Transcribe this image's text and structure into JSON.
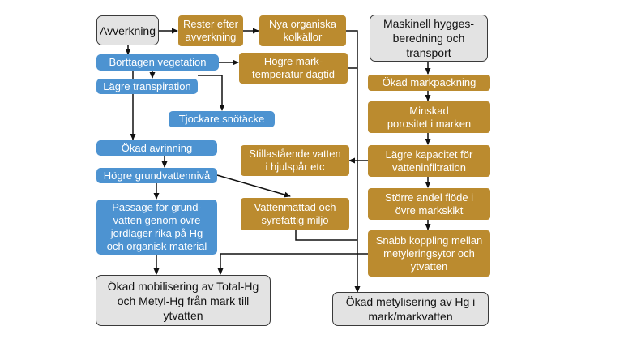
{
  "colors": {
    "blue": "#4d93d1",
    "gold": "#bb8b2f",
    "gray": "#e3e3e3",
    "line": "#111111"
  },
  "nodes": {
    "avverkning": "Avverkning",
    "rester": "Rester efter\navverkning",
    "nya_kolkallor": "Nya organiska\nkolkällor",
    "maskinell": "Maskinell hygges-\nberedning och\ntransport",
    "borttagen": "Borttagen vegetation",
    "hogre_marktemp": "Högre mark-\ntemperatur dagtid",
    "lagre_transp": "Lägre transpiration",
    "okad_markpackning": "Ökad markpackning",
    "tjockare_sno": "Tjockare snötäcke",
    "minskad_porositet": "Minskad\nporositet i marken",
    "okad_avrinning": "Ökad avrinning",
    "stillastaende": "Stillastående vatten\ni hjulspår etc",
    "lagre_kapacitet": "Lägre kapacitet för\nvatteninfiltration",
    "hogre_grundvatten": "Högre grundvattennivå",
    "storre_andel": "Större andel flöde i\növre markskikt",
    "vattenmattad": "Vattenmättad och\nsyrefattig miljö",
    "passage": "Passage för grund-\nvatten genom övre\njordlager rika på Hg\noch organisk material",
    "snabb_koppling": "Snabb koppling mellan\nmetyleringsytor och\nytvatten",
    "okad_mobilisering": "Ökad mobilisering av Total-Hg\noch Metyl-Hg från mark till\nytvatten",
    "okad_metylisering": "Ökad metylisering av Hg i\nmark/markvatten"
  }
}
